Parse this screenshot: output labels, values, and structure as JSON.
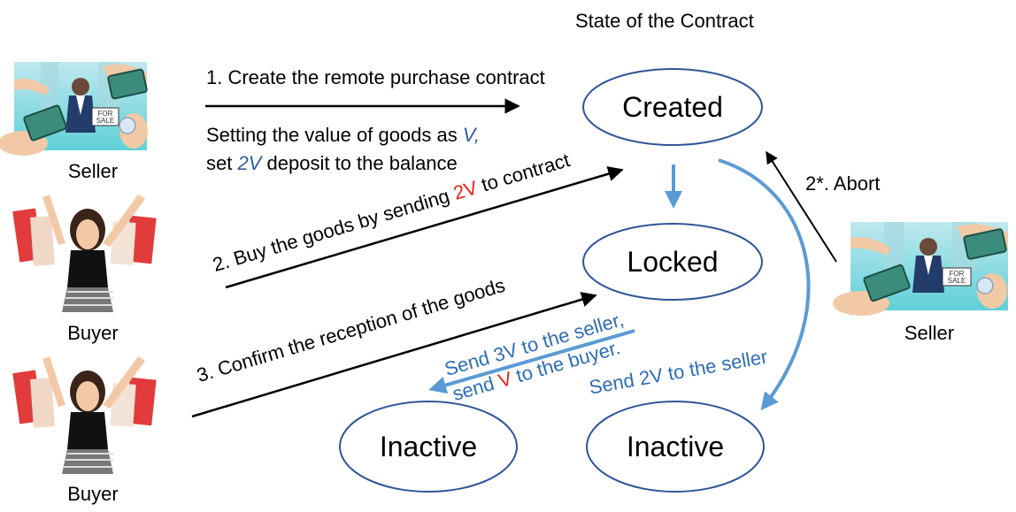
{
  "header": {
    "state_title": "State of the Contract"
  },
  "actors": {
    "seller_top": "Seller",
    "buyer_mid": "Buyer",
    "buyer_bottom": "Buyer",
    "seller_right": "Seller",
    "for_sale_sign": "FOR SALE"
  },
  "states": {
    "created": "Created",
    "locked": "Locked",
    "inactive_left": "Inactive",
    "inactive_right": "Inactive"
  },
  "steps": {
    "step1": "1. Create the remote purchase contract",
    "step1_detail_a": "Setting the value of goods as ",
    "step1_detail_a_var": "V,",
    "step1_detail_b_pre": "set ",
    "step1_detail_b_var": "2V",
    "step1_detail_b_post": " deposit to the balance",
    "step2_pre": "2. Buy the goods by sending ",
    "step2_var": "2V",
    "step2_post": " to contract",
    "step3": "3. Confirm the reception of the goods",
    "abort": "2*. Abort"
  },
  "transitions": {
    "locked_to_inactive_line1": "Send 3V to the seller,",
    "locked_to_inactive_line2_pre": "send ",
    "locked_to_inactive_line2_var": "V",
    "locked_to_inactive_line2_post": " to the buyer.",
    "created_to_inactive": "Send 2V to the seller"
  },
  "colors": {
    "ink": "#000000",
    "accent_blue": "#5b9bd5",
    "text_blue": "#2e6db3",
    "highlight_red": "#e8221b",
    "ellipse_stroke": "#2f5597"
  }
}
